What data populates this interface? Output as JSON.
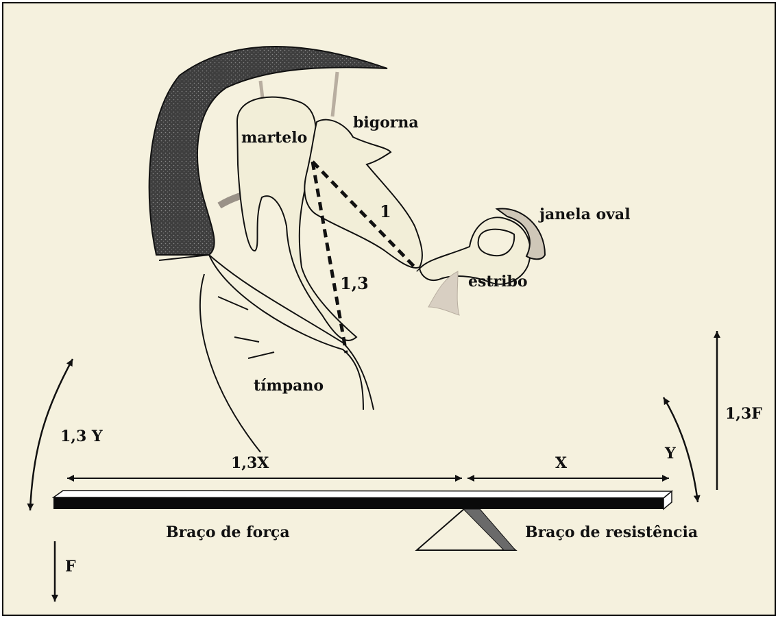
{
  "colors": {
    "paper": "#f5f1de",
    "ink": "#111111",
    "bone_fill": "#f2eed8",
    "dark_canal": "#4a4a4a"
  },
  "labels": {
    "martelo": "martelo",
    "bigorna": "bigorna",
    "janela_oval": "janela oval",
    "estribo": "estribo",
    "timpano": "tímpano",
    "arm_incus": "1",
    "arm_malleus": "1,3"
  },
  "lever": {
    "force_arm_length": "1,3X",
    "resistance_arm_length": "X",
    "force_arm_label": "Braço de força",
    "resistance_arm_label": "Braço de resistência",
    "left_displacement": "1,3 Y",
    "right_displacement": "Y",
    "input_force": "F",
    "output_force": "1,3F"
  }
}
